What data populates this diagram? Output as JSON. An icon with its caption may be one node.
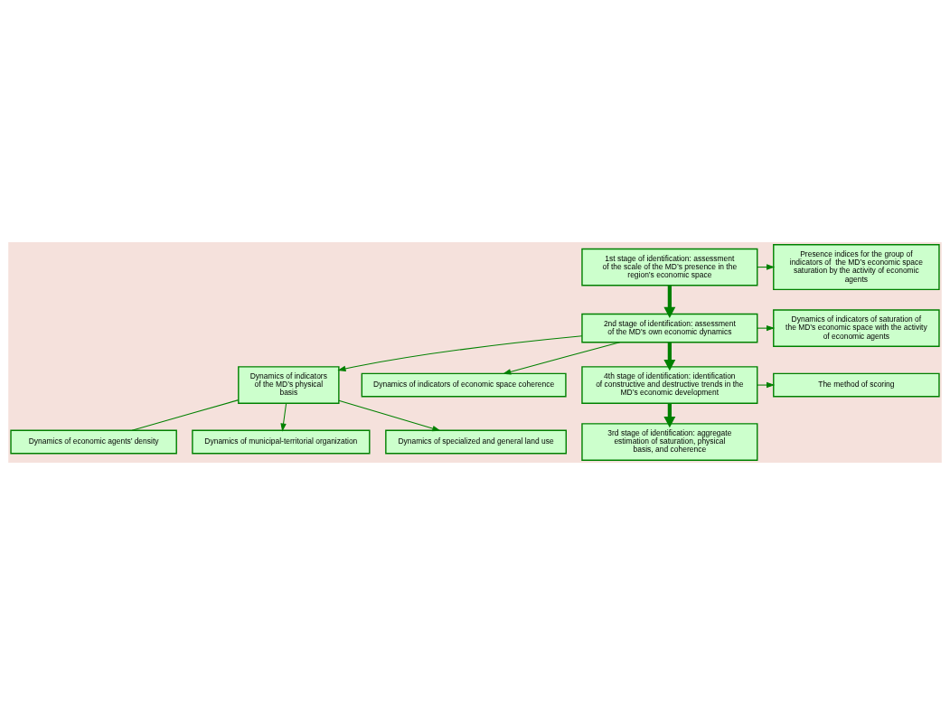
{
  "diagram": {
    "nodes": [
      {
        "text": [
          "1st stage of identification: assessment of the scale of the MD’s presence in the region’s economic space"
        ]
      },
      {
        "text": [
          "Presence indices for the group of indicators of  the MD’s economic space saturation by the activity of economic agents"
        ]
      },
      {
        "text": [
          "2nd stage of identification: assessment of the MD's own economic dynamics"
        ]
      },
      {
        "text": [
          "Dynamics of indicators of saturation of the MD’s economic space with the activity of economic agents"
        ]
      },
      {
        "text": [
          "Dynamics of indicators of the MD’s physical basis"
        ]
      },
      {
        "text": [
          "Dynamics of economic agents’ density"
        ]
      },
      {
        "text": [
          "Dynamics of municipal-territorial organization"
        ]
      },
      {
        "text": [
          "Dynamics of specialized and general land use"
        ]
      },
      {
        "text": [
          "Dynamics of indicators of economic space coherence"
        ]
      },
      {
        "text": [
          "4th stage of identification: identification of constructive and destructive trends in the MD’s economic development"
        ]
      },
      {
        "text": [
          "The method of scoring"
        ]
      },
      {
        "text": [
          "3rd stage of identification: aggregate estimation of saturation, physical basis, and coherence"
        ]
      }
    ],
    "edges": [
      {
        "from": 0,
        "to": 1,
        "arrow": "to"
      },
      {
        "from": 0,
        "to": 2,
        "arrow": "to",
        "style": "thick"
      },
      {
        "from": 2,
        "to": 3,
        "arrow": "to"
      },
      {
        "from": 2,
        "to": 4,
        "arrow": "to"
      },
      {
        "from": 4,
        "to": 5,
        "arrow": "none"
      },
      {
        "from": 4,
        "to": 6,
        "arrow": "to"
      },
      {
        "from": 4,
        "to": 7,
        "arrow": "to"
      },
      {
        "from": 2,
        "to": 8,
        "arrow": "to"
      },
      {
        "from": 2,
        "to": 9,
        "arrow": "to",
        "style": "thick"
      },
      {
        "from": 9,
        "to": 10,
        "arrow": "to"
      },
      {
        "from": 9,
        "to": 11,
        "arrow": "to",
        "style": "thick"
      }
    ]
  }
}
